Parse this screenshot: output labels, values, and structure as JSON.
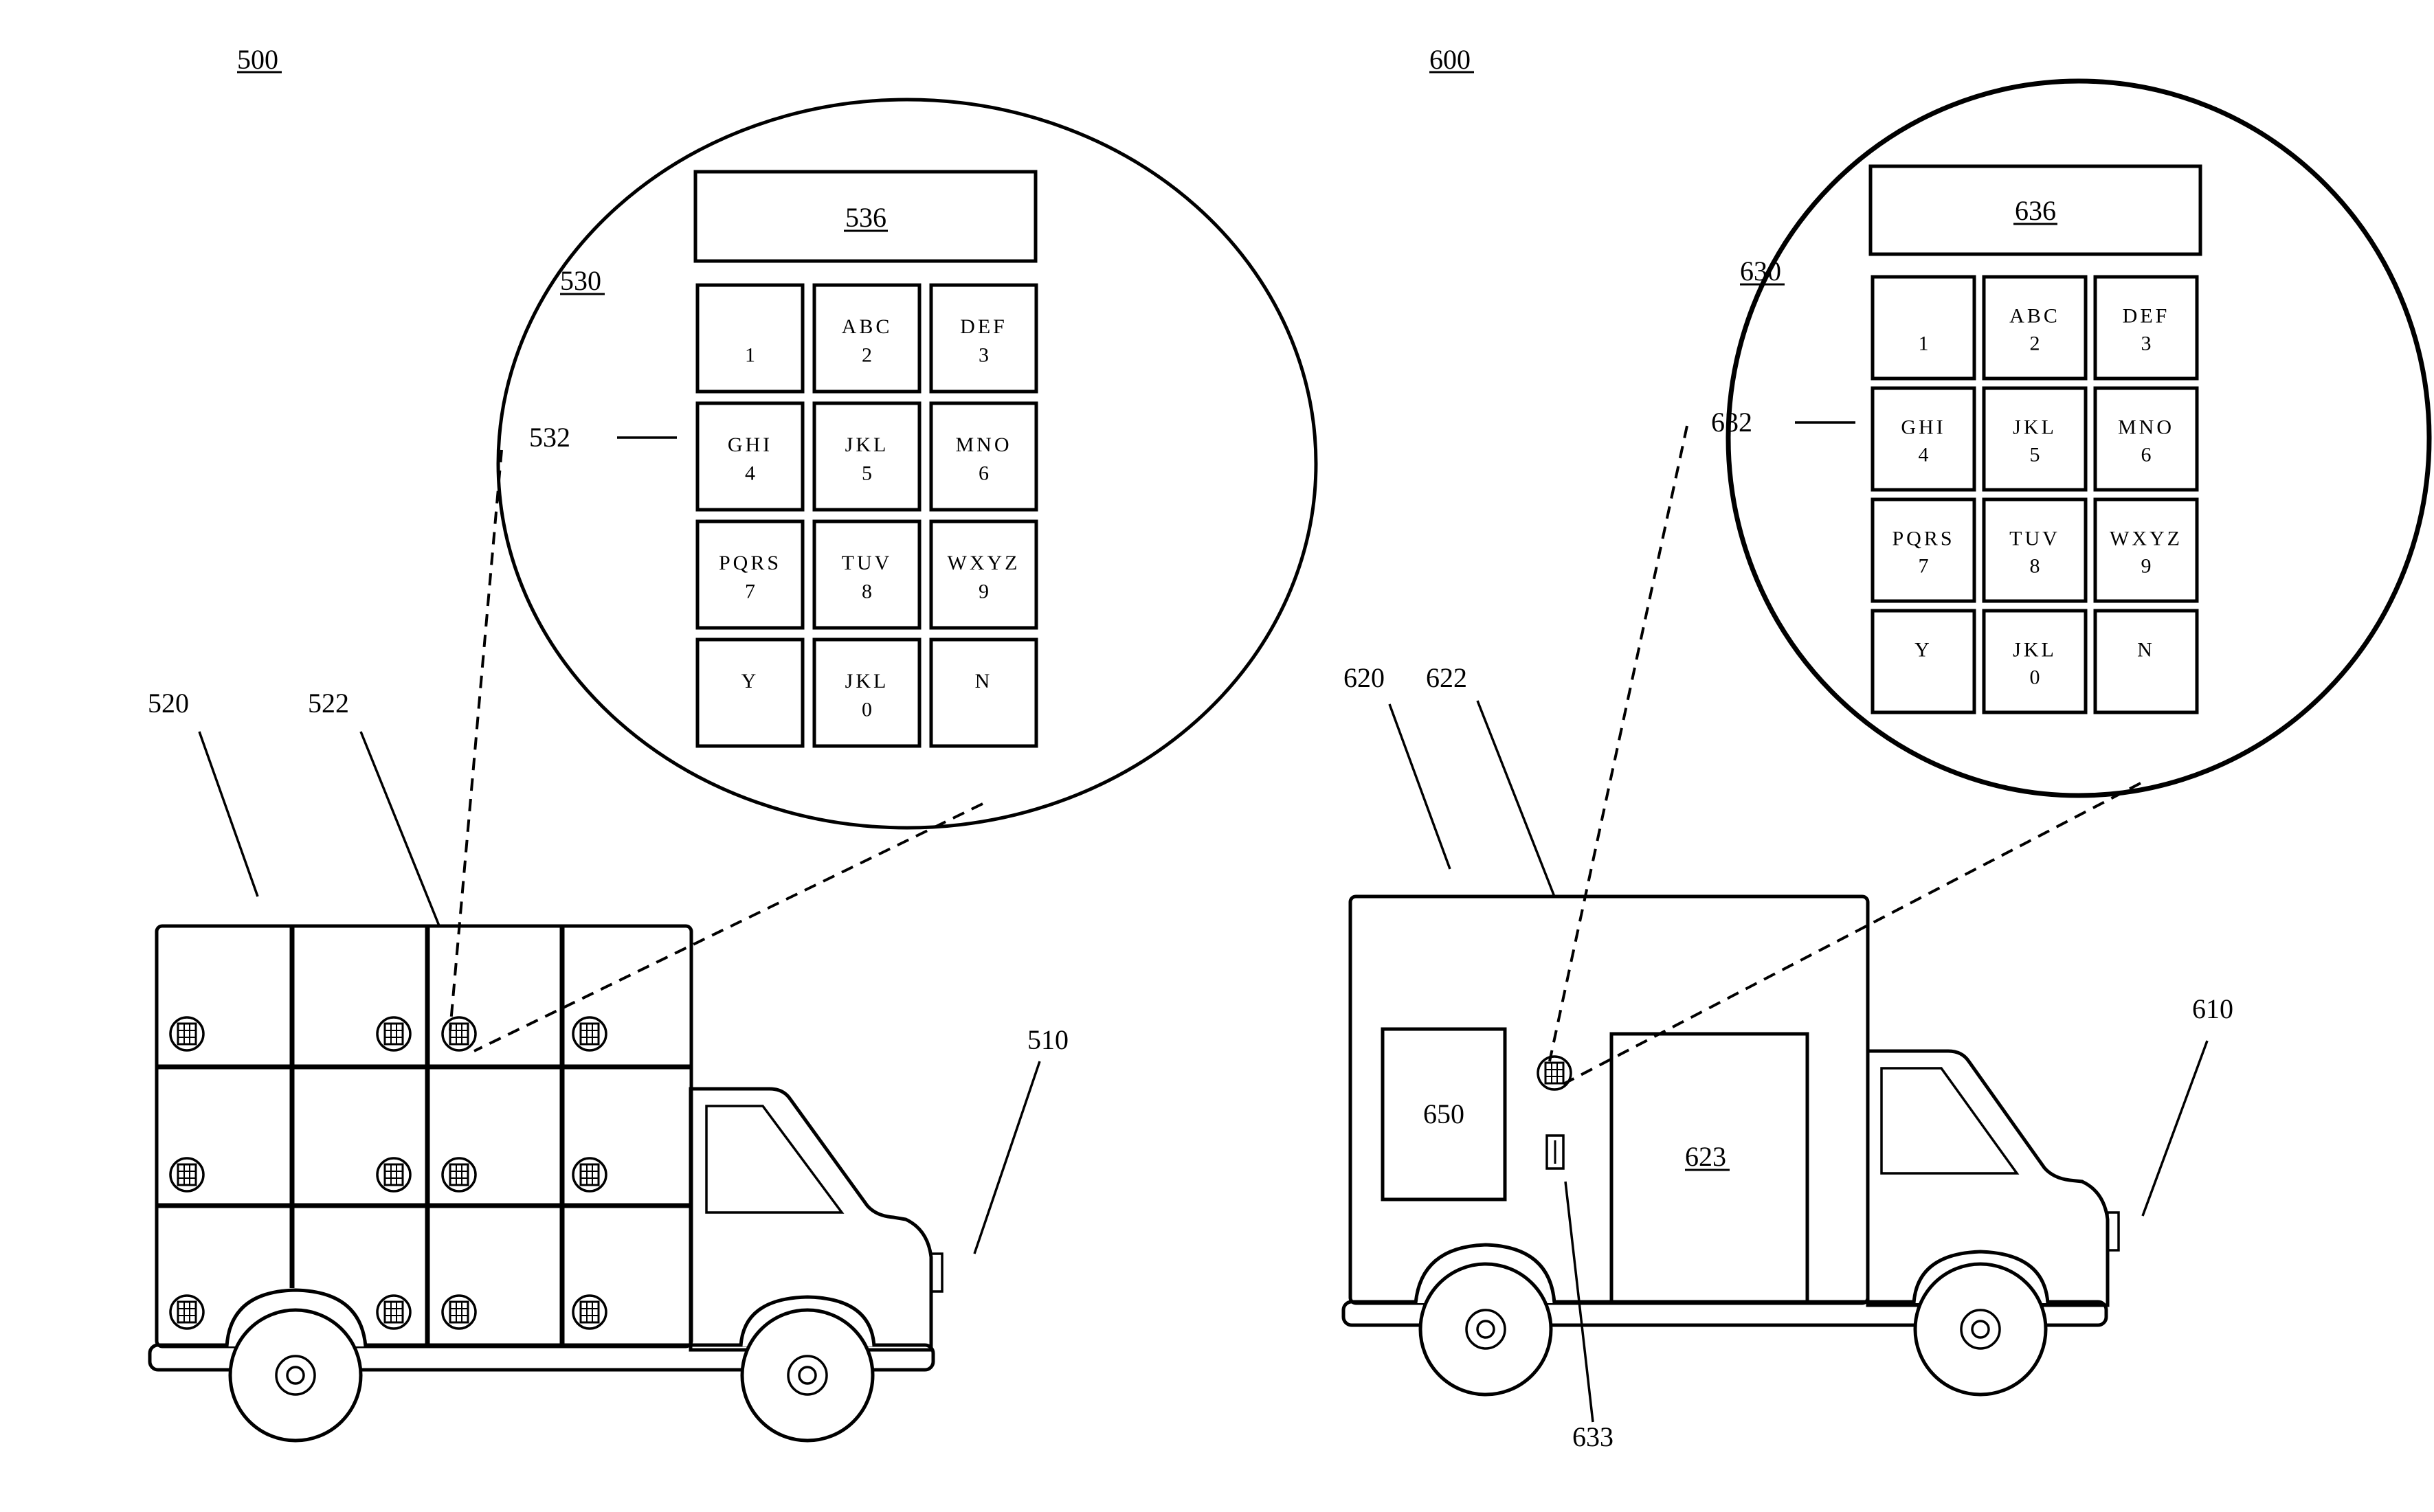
{
  "figure_500": {
    "figure_label": "500",
    "display_label": "536",
    "keypad_label": "530",
    "keypad_grid_label": "532",
    "truck_label": "510",
    "body_label": "520",
    "door_label": "522"
  },
  "figure_600": {
    "figure_label": "600",
    "display_label": "636",
    "keypad_label": "630",
    "keypad_grid_label": "632",
    "truck_label": "610",
    "body_label": "620",
    "side_label": "622",
    "door_label": "623",
    "slot_label": "633",
    "panel_label": "650"
  },
  "keypad_500": [
    {
      "main": "",
      "sub": "1"
    },
    {
      "main": "ABC",
      "sub": "2"
    },
    {
      "main": "DEF",
      "sub": "3"
    },
    {
      "main": "GHI",
      "sub": "4"
    },
    {
      "main": "JKL",
      "sub": "5"
    },
    {
      "main": "MNO",
      "sub": "6"
    },
    {
      "main": "PQRS",
      "sub": "7"
    },
    {
      "main": "TUV",
      "sub": "8"
    },
    {
      "main": "WXYZ",
      "sub": "9"
    },
    {
      "main": "Y",
      "sub": ""
    },
    {
      "main": "JKL",
      "sub": "0"
    },
    {
      "main": "N",
      "sub": ""
    }
  ],
  "keypad_600": [
    {
      "main": "",
      "sub": "1"
    },
    {
      "main": "ABC",
      "sub": "2"
    },
    {
      "main": "DEF",
      "sub": "3"
    },
    {
      "main": "GHI",
      "sub": "4"
    },
    {
      "main": "JKL",
      "sub": "5"
    },
    {
      "main": "MNO",
      "sub": "6"
    },
    {
      "main": "PQRS",
      "sub": "7"
    },
    {
      "main": "TUV",
      "sub": "8"
    },
    {
      "main": "WXYZ",
      "sub": "9"
    },
    {
      "main": "Y",
      "sub": ""
    },
    {
      "main": "JKL",
      "sub": "0"
    },
    {
      "main": "N",
      "sub": ""
    }
  ]
}
